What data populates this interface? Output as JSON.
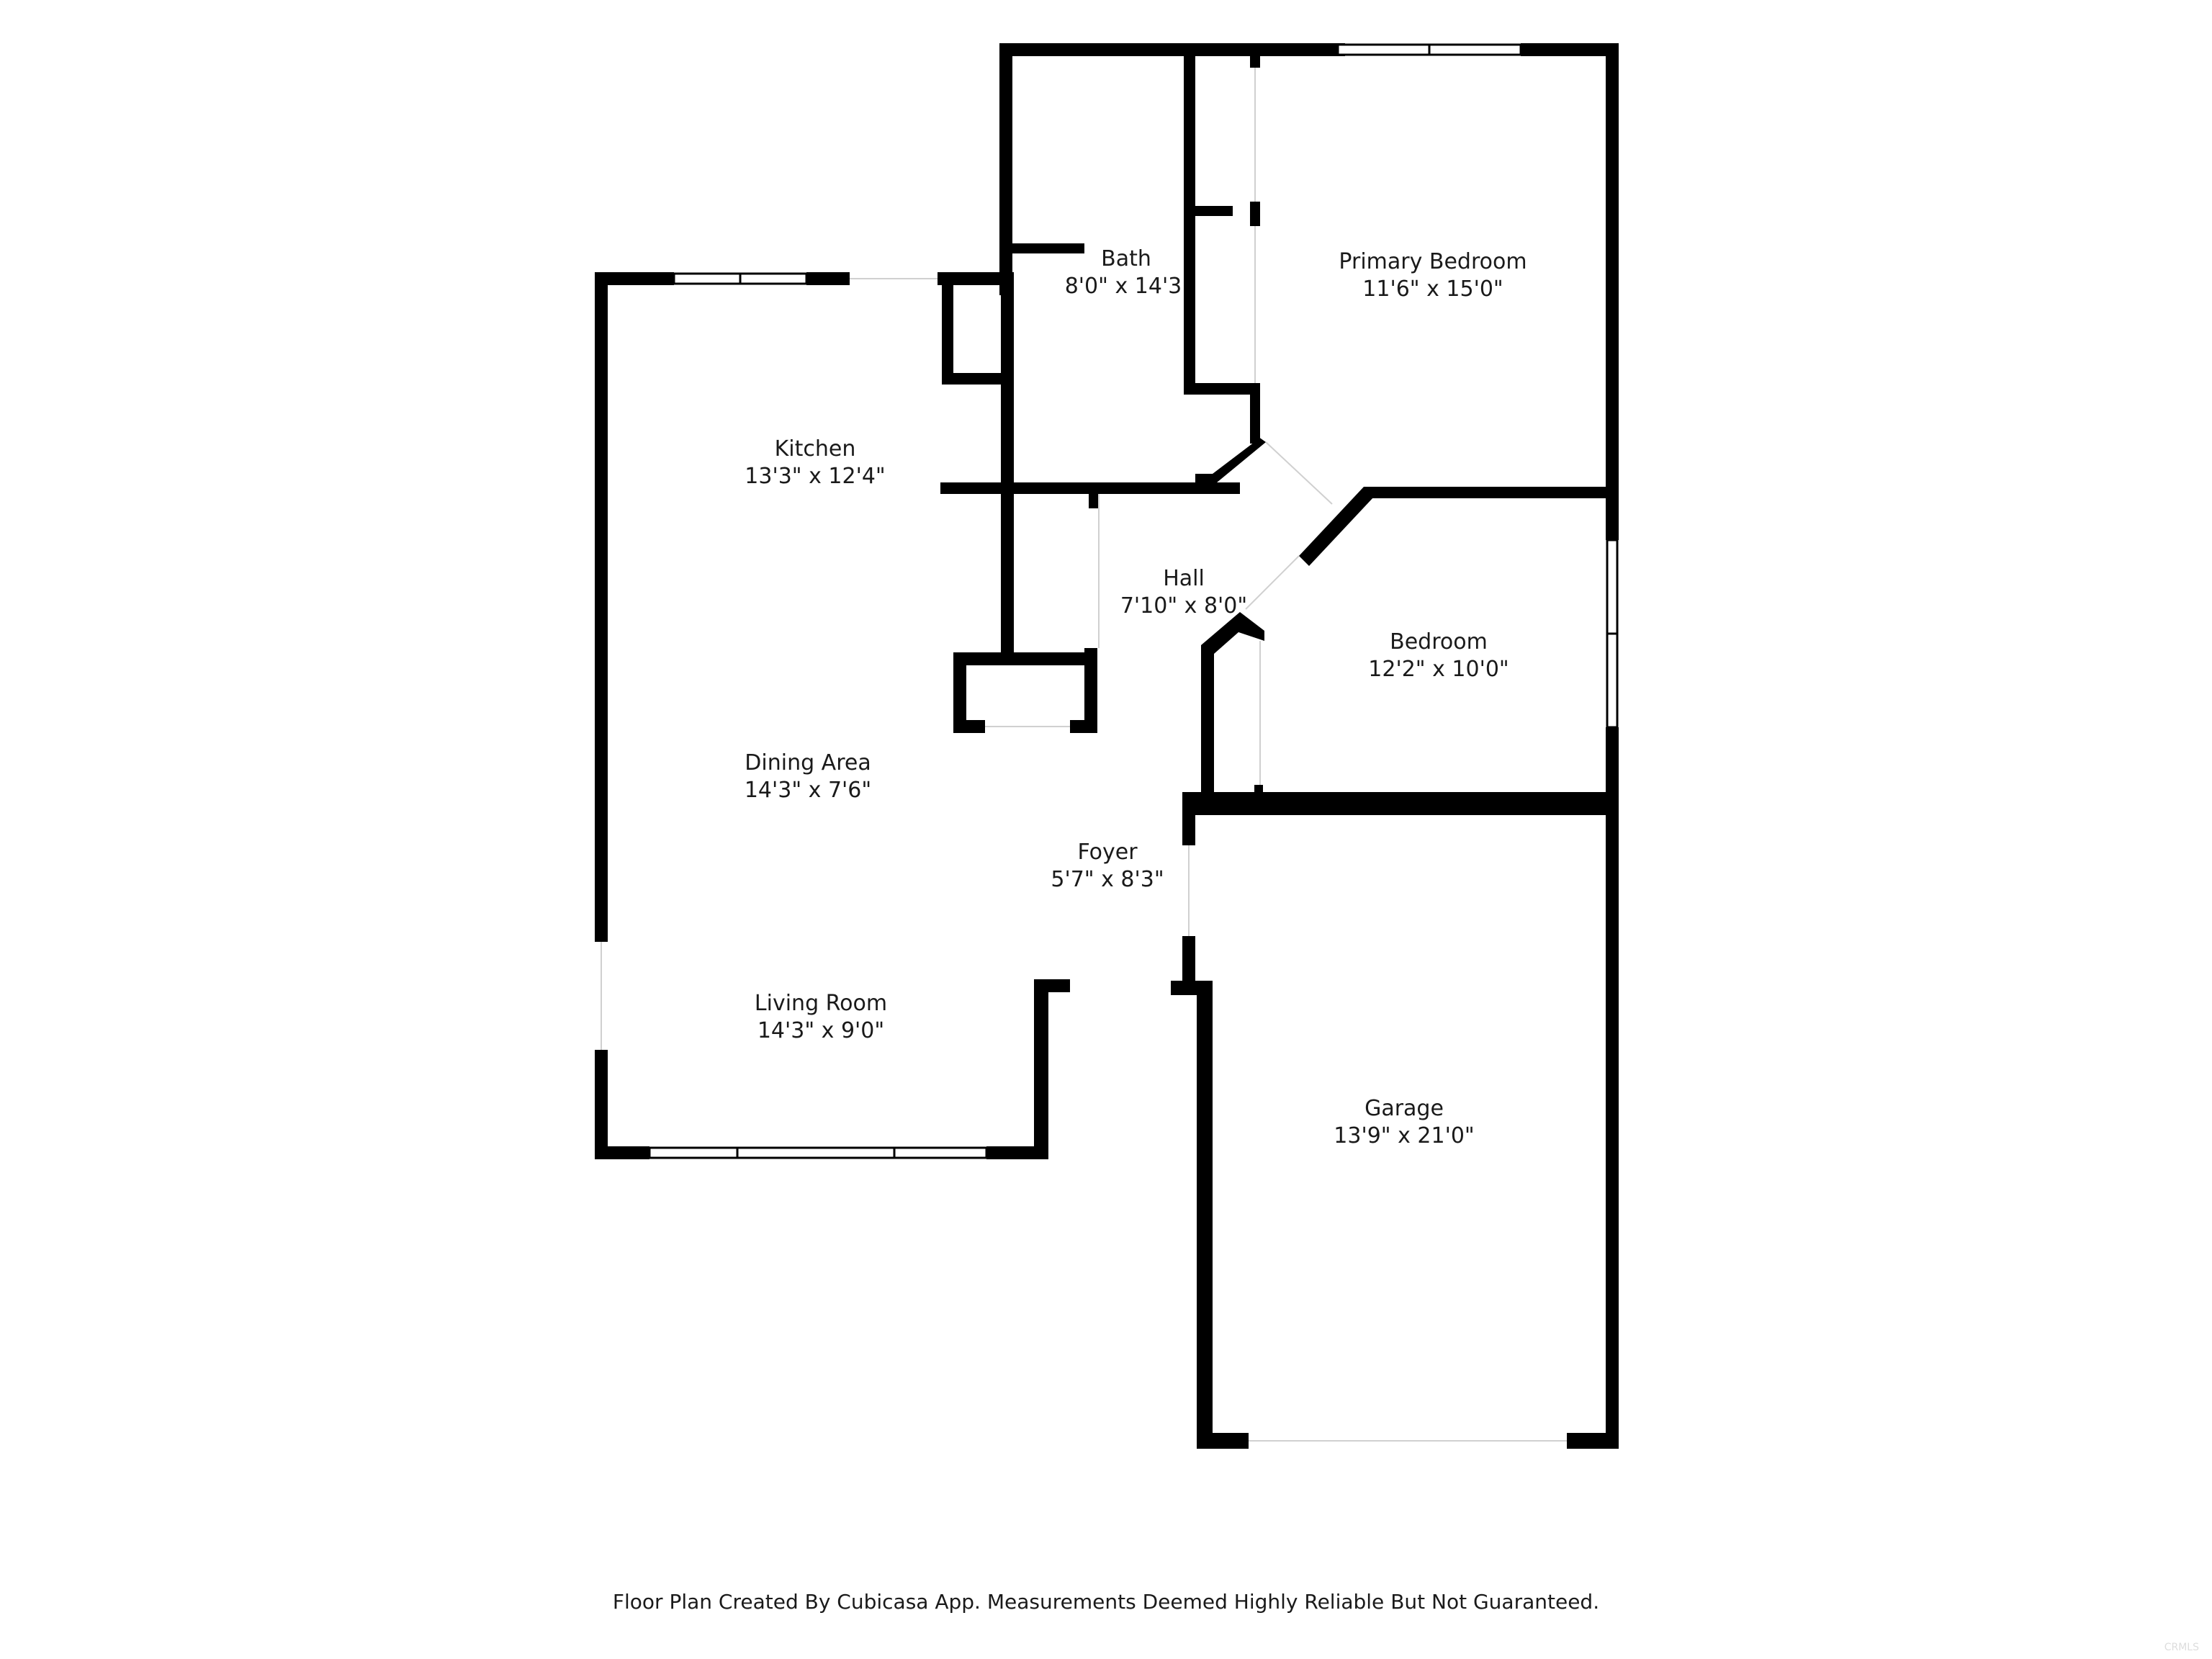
{
  "plan": {
    "colors": {
      "wall": "#000000",
      "window": "#ffffff",
      "background": "#ffffff",
      "text": "#1a1a1a"
    },
    "rooms": [
      {
        "id": "kitchen",
        "name": "Kitchen",
        "dimensions": "13'3\" x 12'4\""
      },
      {
        "id": "bath",
        "name": "Bath",
        "dimensions": "8'0\" x 14'3"
      },
      {
        "id": "primary-bedroom",
        "name": "Primary Bedroom",
        "dimensions": "11'6\" x 15'0\""
      },
      {
        "id": "hall",
        "name": "Hall",
        "dimensions": "7'10\" x 8'0\""
      },
      {
        "id": "bedroom",
        "name": "Bedroom",
        "dimensions": "12'2\" x 10'0\""
      },
      {
        "id": "dining-area",
        "name": "Dining Area",
        "dimensions": "14'3\" x 7'6\""
      },
      {
        "id": "foyer",
        "name": "Foyer",
        "dimensions": "5'7\" x 8'3\""
      },
      {
        "id": "living-room",
        "name": "Living Room",
        "dimensions": "14'3\" x 9'0\""
      },
      {
        "id": "garage",
        "name": "Garage",
        "dimensions": "13'9\" x 21'0\""
      }
    ]
  },
  "footer": "Floor Plan Created By Cubicasa App. Measurements Deemed Highly Reliable But Not Guaranteed.",
  "watermark": "CRMLS"
}
